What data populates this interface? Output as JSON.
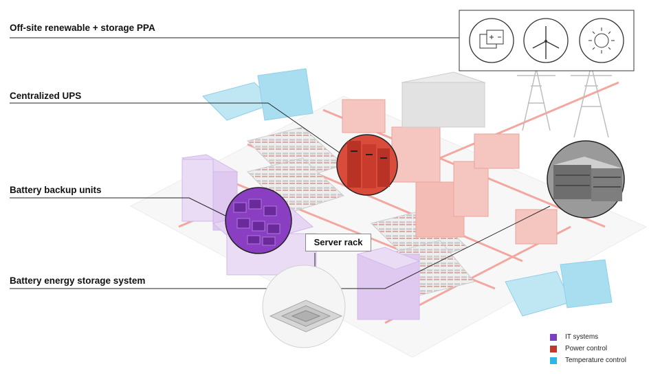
{
  "labels": {
    "ppa": "Off-site renewable + storage PPA",
    "ups": "Centralized UPS",
    "bbu": "Battery backup units",
    "server_rack": "Server rack",
    "bess": "Battery energy storage system"
  },
  "ppa_icons": [
    "battery-icon",
    "wind-turbine-icon",
    "sun-icon"
  ],
  "legend": [
    {
      "label": "IT systems",
      "color": "#7b3fbf"
    },
    {
      "label": "Power control",
      "color": "#c0392b"
    },
    {
      "label": "Temperature control",
      "color": "#2bb6e6"
    }
  ],
  "colors": {
    "it_fill": "#e6d5f3",
    "it_accent": "#8a3ec2",
    "power_fill": "#f5c6c0",
    "power_accent": "#d9503f",
    "temp_fill": "#bfe6f3",
    "temp_accent": "#5cc0e3",
    "neutral": "#d9d9d9",
    "line": "#f2a7a0"
  }
}
